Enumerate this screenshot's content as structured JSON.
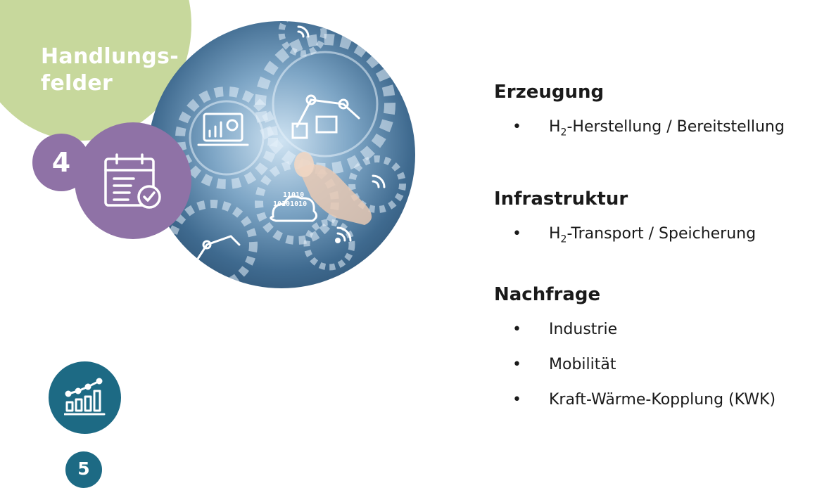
{
  "badge": {
    "title_line1": "Handlungs-",
    "title_line2": "felder"
  },
  "step_current": "4",
  "step_next": "5",
  "sections": [
    {
      "heading": "Erzeugung",
      "items": [
        {
          "pre": "H",
          "sub": "2",
          "post": "-Herstellung / Bereitstellung"
        }
      ]
    },
    {
      "heading": "Infrastruktur",
      "items": [
        {
          "pre": "H",
          "sub": "2",
          "post": "-Transport / Speicherung"
        }
      ]
    },
    {
      "heading": "Nachfrage",
      "items": [
        {
          "pre": "Industrie"
        },
        {
          "pre": "Mobilität"
        },
        {
          "pre": "Kraft-Wärme-Kopplung (KWK)"
        }
      ]
    }
  ],
  "photo_text": {
    "line1": "11010",
    "line2": "10101010"
  },
  "bullet_char": "•",
  "icons": [
    "calendar-check-icon",
    "bar-chart-growth-icon",
    "gear-icon",
    "robot-arm-icon",
    "laptop-chart-icon",
    "wifi-icon",
    "cloud-binary-icon"
  ],
  "colors": {
    "green": "#c7d89c",
    "purple": "#8f72a6",
    "teal": "#1d6a84"
  }
}
